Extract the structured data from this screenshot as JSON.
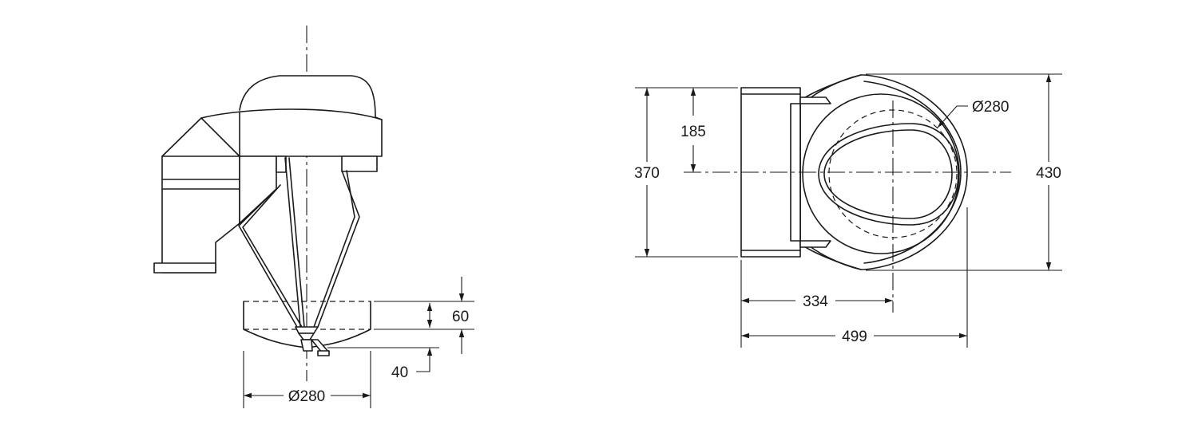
{
  "side_view": {
    "dim_height": "60",
    "dim_offset": "40",
    "dim_workspace_diameter": "Ø280"
  },
  "top_view": {
    "dim_workspace_diameter": "Ø280",
    "dim_185": "185",
    "dim_370": "370",
    "dim_430": "430",
    "dim_334": "334",
    "dim_499": "499"
  },
  "colors": {
    "line": "#1a1a1a",
    "background": "#ffffff"
  }
}
